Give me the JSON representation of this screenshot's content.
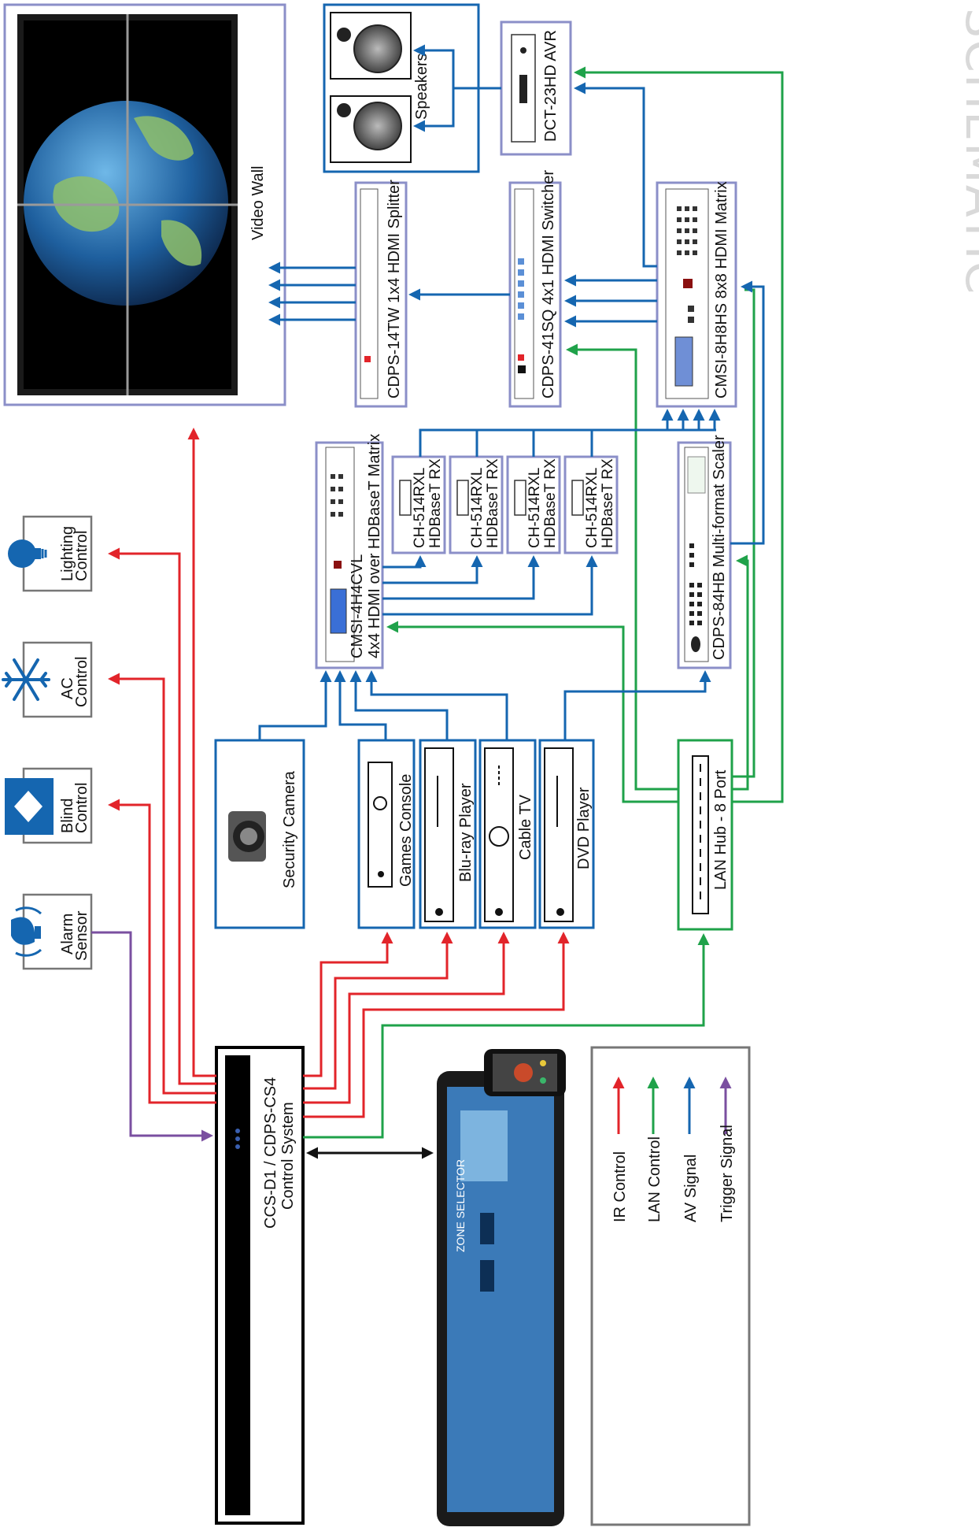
{
  "watermark": "SCHEMATIC",
  "colors": {
    "ir": "#e2242a",
    "lan": "#1fa24a",
    "av": "#1566b0",
    "trigger": "#7a4fa0",
    "box_purple": "#8b8fc8",
    "box_blue": "#1566b0",
    "box_green": "#1fa24a",
    "control_system": "#000000",
    "legend_border": "#777777"
  },
  "devices": {
    "video_wall": "Video Wall",
    "speakers": "Speakers",
    "avr": "DCT-23HD AVR",
    "splitter": "CDPS-14TW 1x4 HDMI Splitter",
    "switcher": "CDPS-41SQ 4x1 HDMI Switcher",
    "matrix8": "CMSI-8H8HS 8x8 HDMI Matrix",
    "hdbaset_matrix_line1": "CMSI-4H4CVL",
    "hdbaset_matrix_line2": "4x4 HDMI over HDBaseT Matrix",
    "rx_line1": "CH-514RXL",
    "rx_line2": "HDBaseT RX",
    "scaler": "CDPS-84HB Multi-format Scaler",
    "lighting_line1": "Lighting",
    "lighting_line2": "Control",
    "ac_line1": "AC",
    "ac_line2": "Control",
    "blind_line1": "Blind",
    "blind_line2": "Control",
    "alarm_line1": "Alarm",
    "alarm_line2": "Sensor",
    "camera": "Security Camera",
    "games": "Games Console",
    "bluray": "Blu-ray Player",
    "cabletv": "Cable TV",
    "dvd": "DVD Player",
    "lanhub": "LAN Hub - 8 Port",
    "control_line1": "CCS-D1 / CDPS-CS4",
    "control_line2": "Control System",
    "tablet_caption": "ZONE SELECTOR"
  },
  "legend": [
    {
      "label": "IR Control",
      "color": "#e2242a"
    },
    {
      "label": "LAN Control",
      "color": "#1fa24a"
    },
    {
      "label": "AV Signal",
      "color": "#1566b0"
    },
    {
      "label": "Trigger Signal",
      "color": "#7a4fa0"
    }
  ]
}
